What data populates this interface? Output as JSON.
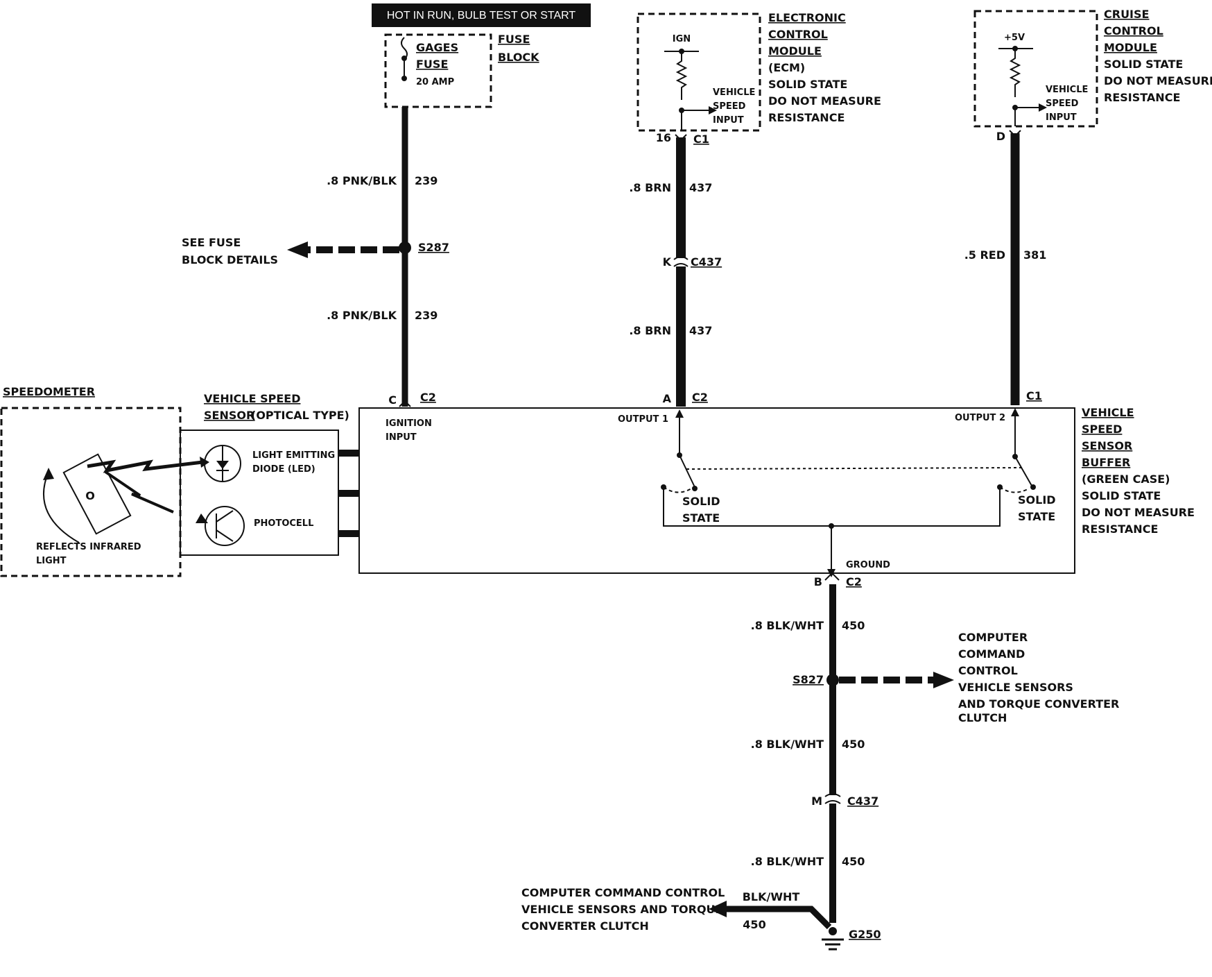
{
  "hot_label": "HOT IN RUN, BULB TEST OR START",
  "fuse": {
    "name1": "GAGES",
    "name2": "FUSE",
    "rating": "20 AMP",
    "block1": "FUSE",
    "block2": "BLOCK"
  },
  "ecm": {
    "t1": "ELECTRONIC",
    "t2": "CONTROL",
    "t3": "MODULE",
    "t4": "(ECM)",
    "t5": "SOLID STATE",
    "t6": "DO NOT MEASURE",
    "t7": "RESISTANCE",
    "src": "IGN",
    "in1": "VEHICLE",
    "in2": "SPEED",
    "in3": "INPUT",
    "pin": "16",
    "conn": "C1"
  },
  "ccm": {
    "t1": "CRUISE",
    "t2": "CONTROL",
    "t3": "MODULE",
    "t4": "SOLID STATE",
    "t5": "DO NOT MEASURE",
    "t6": "RESISTANCE",
    "src": "+5V",
    "in1": "VEHICLE",
    "in2": "SPEED",
    "in3": "INPUT",
    "pin": "D"
  },
  "wires": {
    "w239a_color": ".8 PNK/BLK",
    "w239a_num": "239",
    "w239b_color": ".8 PNK/BLK",
    "w239b_num": "239",
    "w437a_color": ".8 BRN",
    "w437a_num": "437",
    "w437b_color": ".8 BRN",
    "w437b_num": "437",
    "w381_color": ".5 RED",
    "w381_num": "381",
    "w450a_color": ".8 BLK/WHT",
    "w450a_num": "450",
    "w450b_color": ".8 BLK/WHT",
    "w450b_num": "450",
    "w450c_color": ".8 BLK/WHT",
    "w450c_num": "450",
    "w450d_color": "BLK/WHT",
    "w450d_num": "450"
  },
  "splices": {
    "s287": "S287",
    "s827": "S827",
    "fuse_ref1": "SEE FUSE",
    "fuse_ref2": "BLOCK DETAILS"
  },
  "connectors": {
    "c437_pin_k": "K",
    "c437": "C437",
    "c437_pin_m": "M",
    "c437b": "C437",
    "c2_pin_c": "C",
    "c2a": "C2",
    "c2_pin_a": "A",
    "c2b": "C2",
    "c1": "C1",
    "c2_pin_b": "B",
    "c2c": "C2"
  },
  "speedometer": {
    "title": "SPEEDOMETER",
    "reflect1": "REFLECTS INFRARED",
    "reflect2": "LIGHT",
    "rotor": "O"
  },
  "sensor": {
    "t1": "VEHICLE SPEED",
    "t2": "SENSOR",
    "t2b": "(OPTICAL TYPE)",
    "led1": "LIGHT EMITTING",
    "led2": "DIODE (LED)",
    "photo": "PHOTOCELL"
  },
  "buffer": {
    "t1": "VEHICLE",
    "t2": "SPEED",
    "t3": "SENSOR",
    "t4": "BUFFER",
    "t5": "(GREEN CASE)",
    "t6": "SOLID STATE",
    "t7": "DO NOT MEASURE",
    "t8": "RESISTANCE",
    "ign1": "IGNITION",
    "ign2": "INPUT",
    "out1": "OUTPUT 1",
    "out2": "OUTPUT 2",
    "ss1a": "SOLID",
    "ss1b": "STATE",
    "ss2a": "SOLID",
    "ss2b": "STATE",
    "gnd": "GROUND"
  },
  "ccc_right": {
    "l1": "COMPUTER",
    "l2": "COMMAND",
    "l3": "CONTROL",
    "l4": "VEHICLE SENSORS",
    "l5": "AND TORQUE CONVERTER",
    "l6": "CLUTCH"
  },
  "ccc_bottom": {
    "l1": "COMPUTER COMMAND CONTROL",
    "l2": "VEHICLE SENSORS AND TORQUE",
    "l3": "CONVERTER CLUTCH"
  },
  "ground": {
    "name": "G250"
  }
}
